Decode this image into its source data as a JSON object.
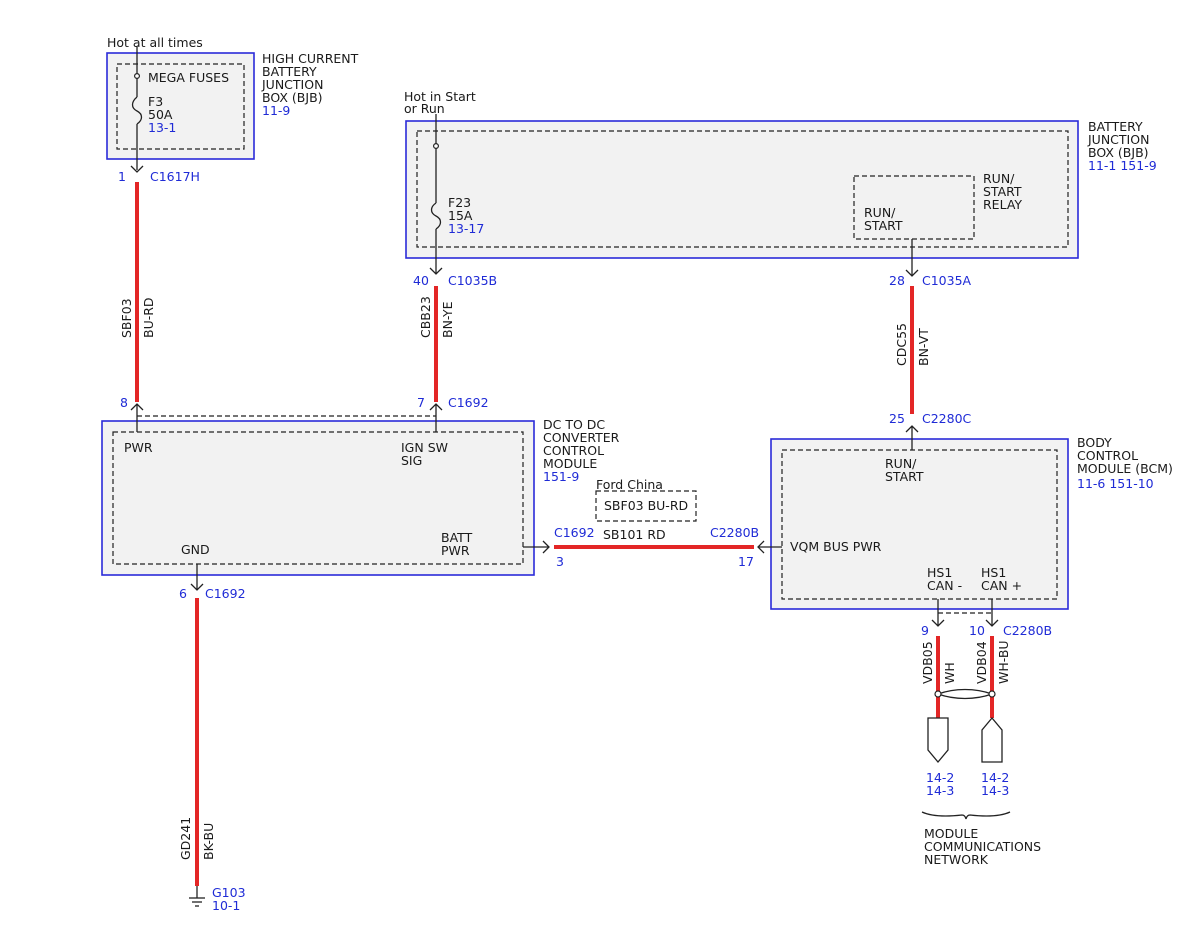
{
  "hbjb": {
    "hot_label": "Hot at all times",
    "title_lines": [
      "HIGH CURRENT",
      "BATTERY",
      "JUNCTION",
      "BOX (BJB)"
    ],
    "page_ref": "11-9",
    "mega_fuses": "MEGA FUSES",
    "fuse_name": "F3",
    "fuse_rating": "50A",
    "fuse_ref": "13-1",
    "pin": "1",
    "connector": "C1617H"
  },
  "bjb": {
    "hot_label_lines": [
      "Hot in Start",
      "or Run"
    ],
    "title_lines": [
      "BATTERY",
      "JUNCTION",
      "BOX (BJB)"
    ],
    "page_ref": "11-1   151-9",
    "fuse_name": "F23",
    "fuse_rating": "15A",
    "fuse_ref": "13-17",
    "relay_label_lines": [
      "RUN/",
      "START",
      "RELAY"
    ],
    "relay_inner_lines": [
      "RUN/",
      "START"
    ],
    "pin_left": "40",
    "conn_left": "C1035B",
    "pin_right": "28",
    "conn_right": "C1035A"
  },
  "wires": {
    "w1_circuit": "SBF03",
    "w1_color": "BU-RD",
    "w2_circuit": "CBB23",
    "w2_color": "BN-YE",
    "w3_circuit": "CDC55",
    "w3_color": "BN-VT",
    "w4_circuit": "GD241",
    "w4_color": "BK-BU",
    "w5_label": "SB101  RD",
    "w6_circuit": "VDB05",
    "w6_color": "WH",
    "w7_circuit": "VDB04",
    "w7_color": "WH-BU"
  },
  "dcdc": {
    "title_lines": [
      "DC TO DC",
      "CONVERTER",
      "CONTROL",
      "MODULE"
    ],
    "page_ref": "151-9",
    "pwr": "PWR",
    "ign_lines": [
      "IGN SW",
      "SIG"
    ],
    "gnd": "GND",
    "batt_lines": [
      "BATT",
      "PWR"
    ],
    "pin_pwr": "8",
    "pin_ign": "7",
    "conn_top": "C1692",
    "pin_gnd": "6",
    "conn_gnd": "C1692",
    "pin_batt": "3",
    "conn_batt": "C1692"
  },
  "ford_china": {
    "title": "Ford China",
    "content": "SBF03  BU-RD"
  },
  "bcm": {
    "title_lines": [
      "BODY",
      "CONTROL",
      "MODULE (BCM)"
    ],
    "page_ref": "11-6   151-10",
    "run_start_lines": [
      "RUN/",
      "START"
    ],
    "vqm": "VQM BUS PWR",
    "hs1_minus_lines": [
      "HS1",
      "CAN -"
    ],
    "hs1_plus_lines": [
      "HS1",
      "CAN +"
    ],
    "pin_top": "25",
    "conn_top": "C2280C",
    "pin_vqm": "17",
    "conn_vqm": "C2280B",
    "pin_can_minus": "9",
    "pin_can_plus": "10",
    "conn_can": "C2280B"
  },
  "ground": {
    "name": "G103",
    "ref": "10-1"
  },
  "network": {
    "ref_left_lines": [
      "14-2",
      "14-3"
    ],
    "ref_right_lines": [
      "14-2",
      "14-3"
    ],
    "label_lines": [
      "MODULE",
      "COMMUNICATIONS",
      "NETWORK"
    ]
  },
  "colors": {
    "wire": "#e32626",
    "box_border": "#2b2bd9",
    "reference_text": "#1f2bd6"
  }
}
